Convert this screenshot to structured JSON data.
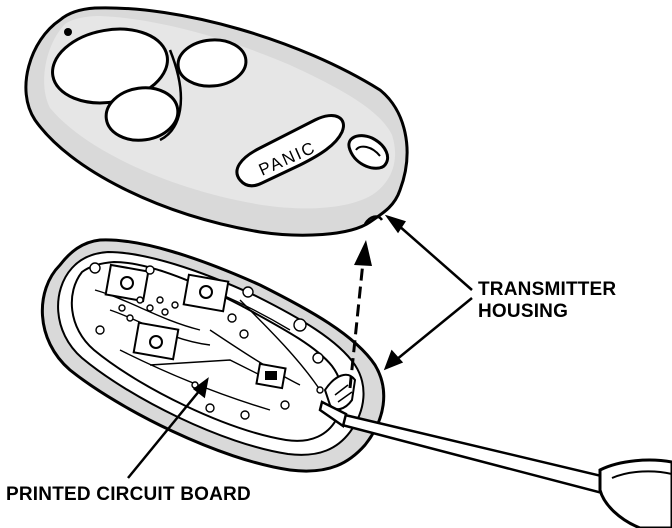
{
  "labels": {
    "transmitter_housing_line1": "TRANSMITTER",
    "transmitter_housing_line2": "HOUSING",
    "printed_circuit_board": "PRINTED CIRCUIT BOARD",
    "panic_button": "PANIC"
  },
  "colors": {
    "ink": "#000000",
    "paper": "#ffffff",
    "shade": "#d9d9d9"
  }
}
